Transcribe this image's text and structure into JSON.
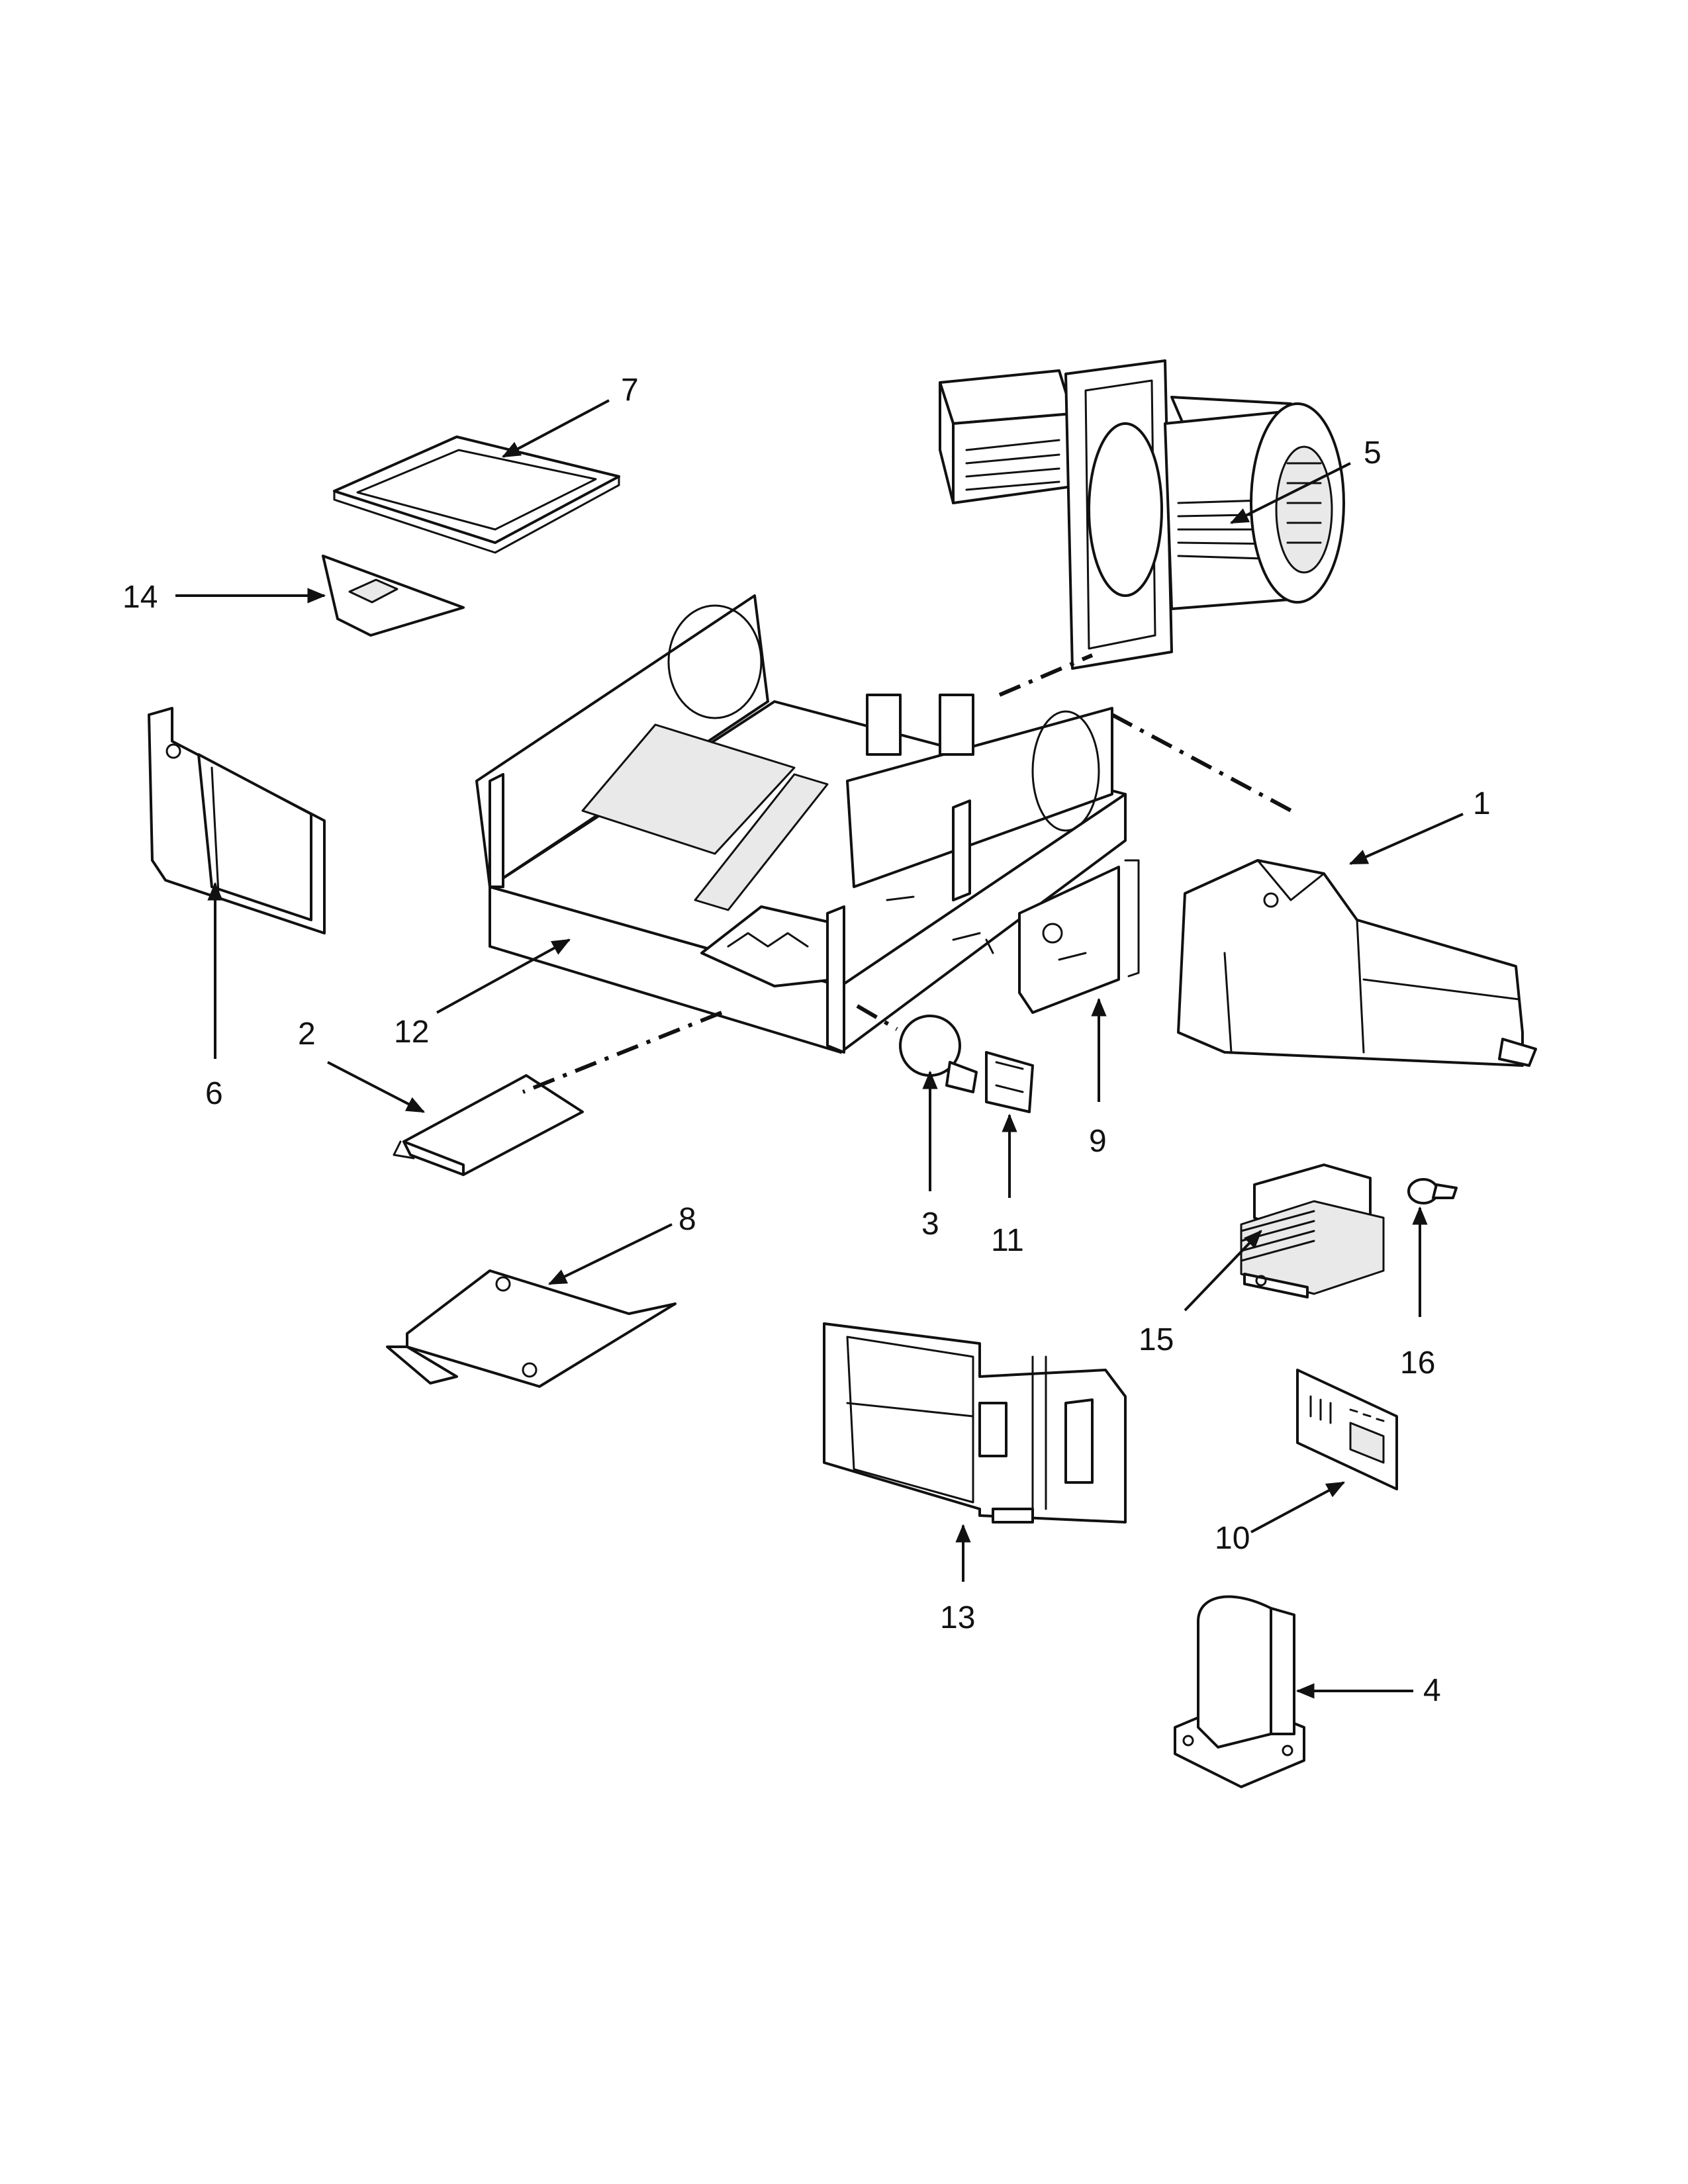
{
  "callouts": {
    "p1": "1",
    "p2": "2",
    "p3": "3",
    "p4": "4",
    "p5": "5",
    "p6": "6",
    "p7": "7",
    "p8": "8",
    "p9": "9",
    "p10": "10",
    "p11": "11",
    "p12": "12",
    "p13": "13",
    "p14": "14",
    "p15": "15",
    "p16": "16"
  },
  "colors": {
    "line": "#111111",
    "background": "#ffffff"
  }
}
